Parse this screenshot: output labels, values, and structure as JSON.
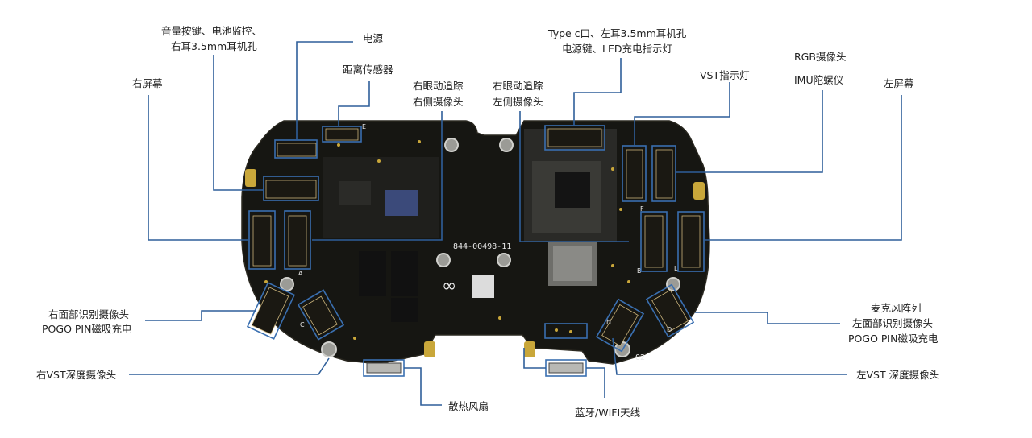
{
  "diagram": {
    "colors": {
      "board": "#161612",
      "pad": "#c9a73a",
      "leader": "#2f5f9a",
      "text": "#222222",
      "silkscreen": "#e8e8e8"
    },
    "silkscreen": {
      "part_number": "844-00498-11",
      "board_code": "02",
      "marker_e": "E",
      "marker_a": "A",
      "marker_b": "B",
      "marker_c": "C",
      "marker_d": "D",
      "marker_f": "F",
      "marker_h": "H",
      "marker_l": "L"
    },
    "labels": {
      "volume_battery_line1": "音量按键、电池监控、",
      "volume_battery_line2": "右耳3.5mm耳机孔",
      "power": "电源",
      "distance_sensor": "距离传感器",
      "right_screen": "右屏幕",
      "right_eye_line1": "右眼动追踪",
      "right_eye_line2": "右侧摄像头",
      "right_eye2_line1": "右眼动追踪",
      "right_eye2_line2": "左侧摄像头",
      "typec_line1": "Type c口、左耳3.5mm耳机孔",
      "typec_line2": "电源键、LED充电指示灯",
      "vst_indicator": "VST指示灯",
      "rgb_camera": "RGB摄像头",
      "imu": "IMU陀螺仪",
      "left_screen": "左屏幕",
      "right_face_line1": "右面部识别摄像头",
      "right_face_line2": "POGO PIN磁吸充电",
      "right_vst": "右VST深度摄像头",
      "fan": "散热风扇",
      "bt_wifi": "蓝牙/WIFI天线",
      "mic_line1": "麦克风阵列",
      "mic_line2": "左面部识别摄像头",
      "mic_line3": "POGO PIN磁吸充电",
      "left_vst": "左VST 深度摄像头"
    }
  }
}
